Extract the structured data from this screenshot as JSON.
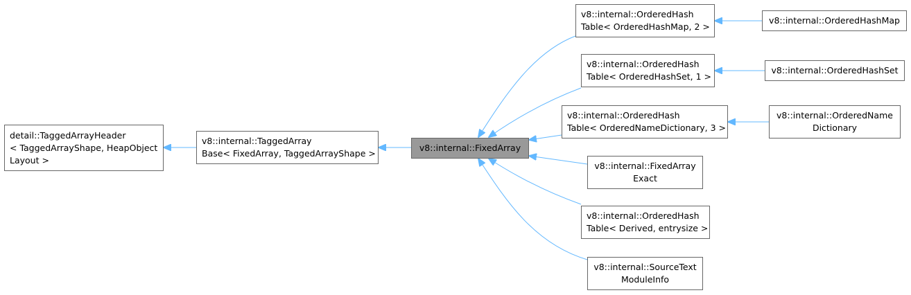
{
  "diagram": {
    "edge_color": "#63b8ff",
    "current_fill": "#999999",
    "node_border": "#666666",
    "nodes": {
      "header": {
        "line1": "detail::TaggedArrayHeader",
        "line2": "< TaggedArrayShape, HeapObject",
        "line3": "Layout >"
      },
      "tagged_base": {
        "line1": "v8::internal::TaggedArray",
        "line2": "Base< FixedArray, TaggedArrayShape >"
      },
      "fixed_array": {
        "line1": "v8::internal::FixedArray"
      },
      "oht_map": {
        "line1": "v8::internal::OrderedHash",
        "line2": "Table< OrderedHashMap, 2 >"
      },
      "oht_set": {
        "line1": "v8::internal::OrderedHash",
        "line2": "Table< OrderedHashSet, 1 >"
      },
      "oht_dict": {
        "line1": "v8::internal::OrderedHash",
        "line2": "Table< OrderedNameDictionary, 3 >"
      },
      "fixed_exact": {
        "line1": "v8::internal::FixedArray",
        "line2": "Exact"
      },
      "oht_derived": {
        "line1": "v8::internal::OrderedHash",
        "line2": "Table< Derived, entrysize >"
      },
      "source_text": {
        "line1": "v8::internal::SourceText",
        "line2": "ModuleInfo"
      },
      "hash_map": {
        "line1": "v8::internal::OrderedHashMap"
      },
      "hash_set": {
        "line1": "v8::internal::OrderedHashSet"
      },
      "name_dict": {
        "line1": "v8::internal::OrderedName",
        "line2": "Dictionary"
      }
    }
  }
}
